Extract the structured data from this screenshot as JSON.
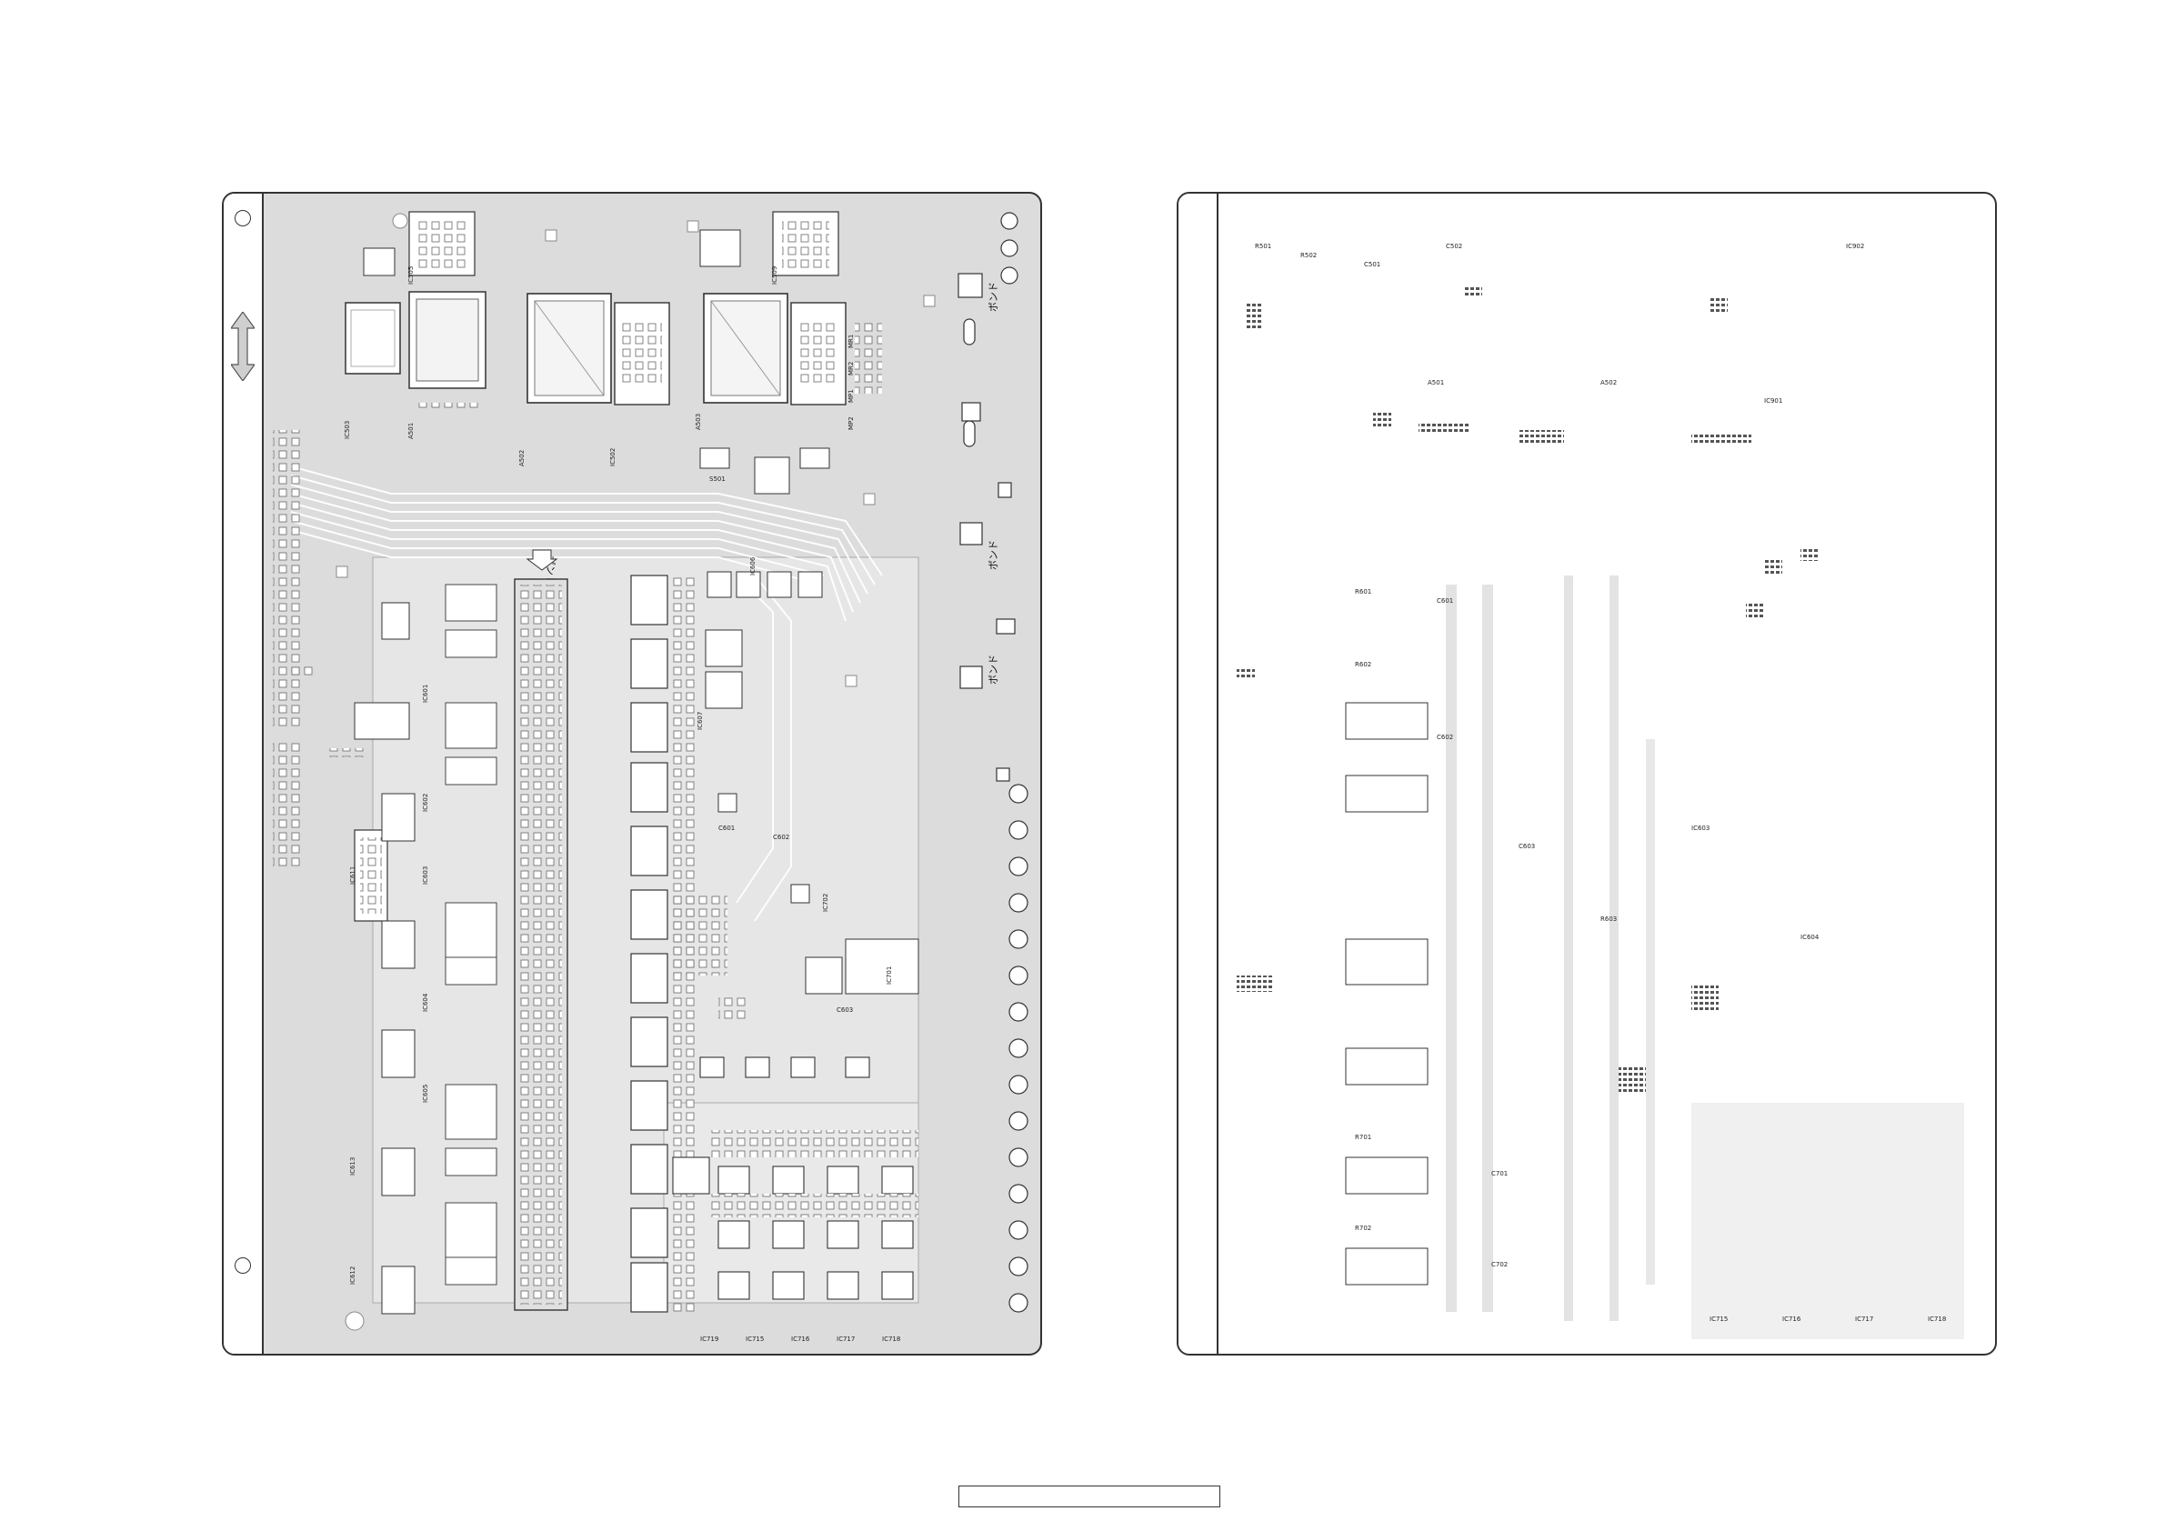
{
  "bond_label": "ボンド",
  "left_board": {
    "labels": {
      "ic505": "IC505",
      "ic503": "IC503",
      "a501": "A501",
      "a502": "A502",
      "ic502": "IC502",
      "a503": "A503",
      "ic509": "IC509",
      "sg01": "S501",
      "ic601": "IC601",
      "ic602": "IC602",
      "ic603": "IC603",
      "ic604": "IC604",
      "ic605": "IC605",
      "ic606": "IC606",
      "ic607": "IC607",
      "ic611": "IC611",
      "ic612": "IC612",
      "ic613": "IC613",
      "ic715": "IC715",
      "ic716": "IC716",
      "ic717": "IC717",
      "ic718": "IC718",
      "ic719": "IC719",
      "ic701": "IC701",
      "ic702": "IC702",
      "mr1": "MR1",
      "mr2": "MR2",
      "mp1": "MP1",
      "mp2": "MP2",
      "c601": "C601",
      "c602": "C602",
      "c603": "C603"
    }
  },
  "right_board": {
    "labels": {
      "r1": "R501",
      "r2": "R502",
      "c1": "C501",
      "c2": "C502",
      "a501": "A501",
      "a502": "A502",
      "ic1": "IC901",
      "ic2": "IC902",
      "r3": "R601",
      "r4": "R602",
      "c3": "C601",
      "c4": "C602",
      "c5": "C603",
      "r5": "R603",
      "ic3": "IC603",
      "ic4": "IC604",
      "r6": "R701",
      "r7": "R702",
      "c6": "C701",
      "c7": "C702",
      "ic5": "IC715",
      "ic6": "IC716",
      "ic7": "IC717",
      "ic8": "IC718"
    }
  }
}
